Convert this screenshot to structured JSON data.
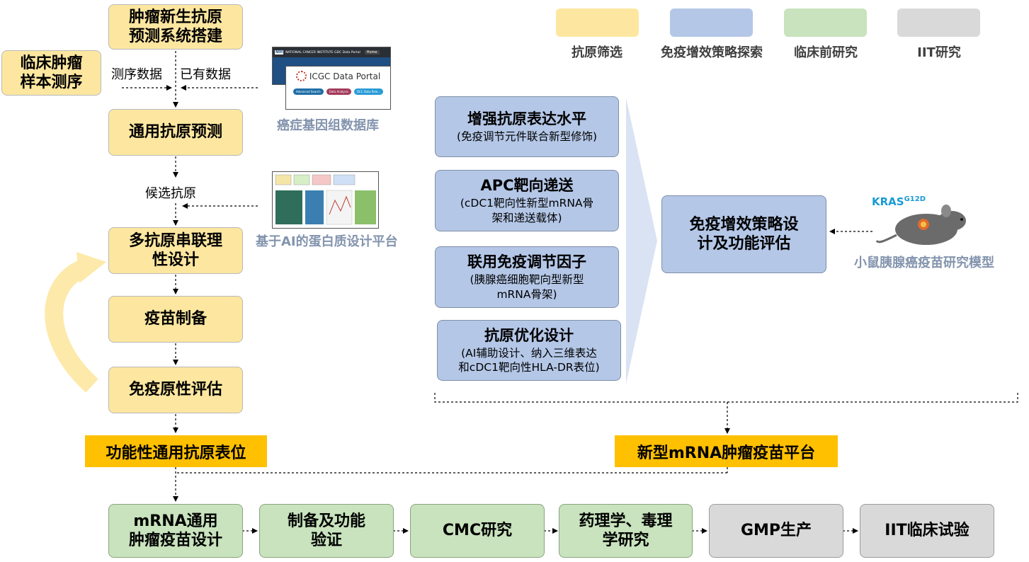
{
  "legend": [
    {
      "label": "抗原筛选",
      "color": "#fde7a0"
    },
    {
      "label": "免疫增效策略探索",
      "color": "#b4c7e7"
    },
    {
      "label": "临床前研究",
      "color": "#c8e3bd"
    },
    {
      "label": "IIT研究",
      "color": "#d9d9d9"
    }
  ],
  "left_flow": {
    "system_build": [
      "肿瘤新生抗原",
      "预测系统搭建"
    ],
    "clinical_seq": [
      "临床肿瘤",
      "样本测序"
    ],
    "seq_data": "测序数据",
    "existing_data": "已有数据",
    "general_prediction": "通用抗原预测",
    "candidate": "候选抗原",
    "multi_design": [
      "多抗原串联理",
      "性设计"
    ],
    "vaccine_prep": "疫苗制备",
    "immuno_eval": "免疫原性评估",
    "functional_epitope": "功能性通用抗原表位"
  },
  "databases": {
    "label": "癌症基因组数据库",
    "gdc_header": "NATIONAL CANCER INSTITUTE GDC Data Portal",
    "gdc_tab": "Home",
    "icgc_title": "ICGC Data Portal",
    "icgc_btns": [
      "Advanced Search",
      "Data Analysis",
      "DCC Data Rele..."
    ]
  },
  "ai_platform": {
    "label": "基于AI的蛋白质设计平台"
  },
  "strategies": [
    {
      "title": "增强抗原表达水平",
      "desc": [
        "(免疫调节元件联合新型修饰)"
      ]
    },
    {
      "title": "APC靶向递送",
      "desc": [
        "(cDC1靶向性新型mRNA骨",
        "架和递送载体)"
      ]
    },
    {
      "title": "联用免疫调节因子",
      "desc": [
        "(胰腺癌细胞靶向型新型",
        "mRNA骨架)"
      ]
    },
    {
      "title": "抗原优化设计",
      "desc": [
        "(AI辅助设计、纳入三维表达",
        "和cDC1靶向性HLA-DR表位)"
      ]
    }
  ],
  "strategy_design": [
    "免疫增效策略设",
    "计及功能评估"
  ],
  "mouse": {
    "gene": "KRAS",
    "mutation": "G12D",
    "label": "小鼠胰腺癌疫苗研究模型"
  },
  "platform": "新型mRNA肿瘤疫苗平台",
  "bottom": [
    {
      "lines": [
        "mRNA通用",
        "肿瘤疫苗设计"
      ]
    },
    {
      "lines": [
        "制备及功能",
        "验证"
      ]
    },
    {
      "lines": [
        "CMC研究"
      ]
    },
    {
      "lines": [
        "药理学、毒理",
        "学研究"
      ]
    },
    {
      "lines": [
        "GMP生产"
      ]
    },
    {
      "lines": [
        "IIT临床试验"
      ]
    }
  ]
}
